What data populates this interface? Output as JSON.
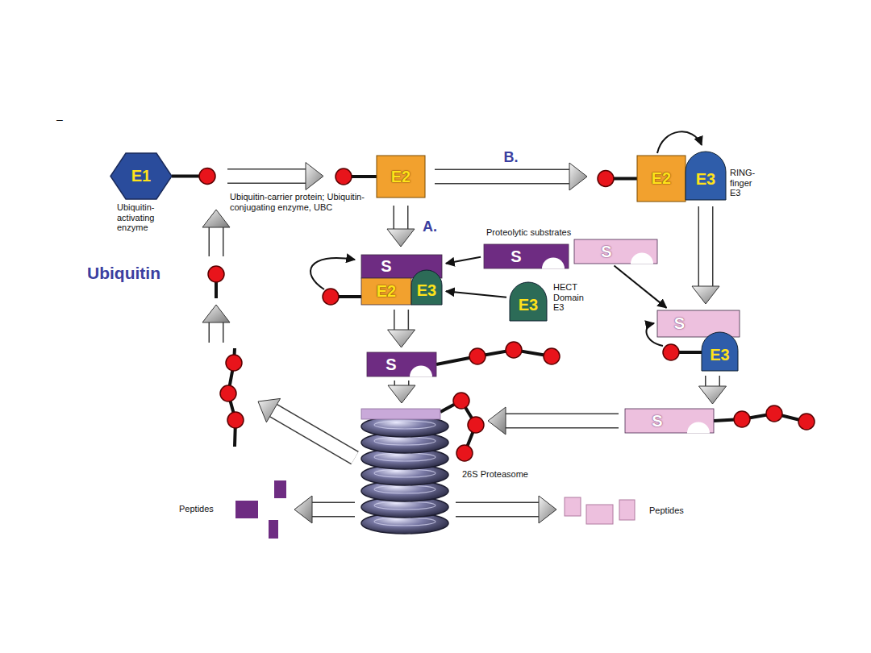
{
  "diagram": {
    "nodes": [
      {
        "text": [
          "E1"
        ]
      },
      {
        "text": [
          "E2"
        ]
      },
      {
        "text": [
          "E2"
        ]
      },
      {
        "text": [
          "E3"
        ]
      },
      {
        "text": [
          "S"
        ]
      },
      {
        "text": [
          "S"
        ]
      },
      {
        "text": [
          "S"
        ]
      },
      {
        "text": [
          "E2"
        ]
      },
      {
        "text": [
          "E3"
        ]
      },
      {
        "text": [
          "E3"
        ]
      },
      {
        "text": [
          "S"
        ]
      },
      {
        "text": [
          "E3"
        ]
      },
      {
        "text": [
          "S"
        ]
      },
      {
        "text": [
          "S"
        ]
      },
      {
        "text": [
          "26S Proteasome"
        ]
      }
    ],
    "edges": [
      {
        "from": 0,
        "to": 1,
        "arrow": "to"
      },
      {
        "from": 1,
        "to": 2,
        "label": "B.",
        "arrow": "to"
      },
      {
        "from": 1,
        "to": 6,
        "label": "A.",
        "arrow": "to"
      },
      {
        "from": 4,
        "to": 6,
        "arrow": "to"
      },
      {
        "from": 9,
        "to": 8,
        "arrow": "to"
      },
      {
        "from": 5,
        "to": 10,
        "arrow": "to"
      },
      {
        "from": 3,
        "to": 10,
        "arrow": "to"
      },
      {
        "from": 7,
        "to": 12,
        "arrow": "to"
      },
      {
        "from": 12,
        "to": 14,
        "arrow": "to"
      },
      {
        "from": 11,
        "to": 13,
        "arrow": "to"
      },
      {
        "from": 13,
        "to": 14,
        "arrow": "to"
      }
    ],
    "labels": [
      "–",
      "Ubiquitin-activating enzyme",
      "Ubiquitin-carrier protein; Ubiquitin-conjugating enzyme, UBC",
      "RING-finger E3",
      "Proteolytic substrates",
      "Ubiquitin",
      "HECT Domain E3",
      "Peptides",
      "Peptides"
    ]
  }
}
